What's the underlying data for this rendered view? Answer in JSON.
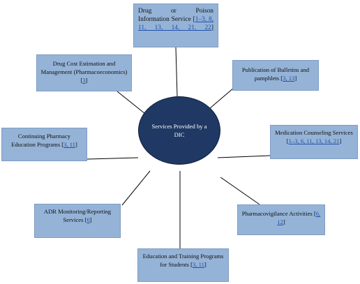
{
  "center": {
    "label": "Services Provided by a DIC"
  },
  "services": {
    "dpis": {
      "line1": "Drug or Poison",
      "line2": "Information Service [",
      "refs": "1–3, 8, 11, 13, 14, 21, 22",
      "close": "]"
    },
    "dcem": {
      "label": "Drug Cost Estimation and Management (Pharmacoeconomics) [",
      "refs": "3",
      "close": "]"
    },
    "pub": {
      "label": "Publication of Bulletins and pamphlets [",
      "refs": "3, 13",
      "close": "]"
    },
    "cpep": {
      "label": "Continuing Pharmacy Education Programs [",
      "refs": "3, 11",
      "close": "]"
    },
    "mcs": {
      "label": "Medication Counseling Services [",
      "refs": "1–3, 6, 11, 13, 14, 21",
      "close": "]"
    },
    "adr": {
      "label": "ADR Monitoring/Reporting Services [",
      "refs": "6",
      "close": "]"
    },
    "pv": {
      "label": "Pharmacovigilance Activities [",
      "refs": "6, 12",
      "close": "]"
    },
    "etp": {
      "label": "Education and Training Programs for Students [",
      "refs": "3, 11",
      "close": "]"
    }
  },
  "colors": {
    "box_fill": "#95b3d7",
    "center_fill": "#1f3864",
    "center_text": "#ffffff",
    "ref_link": "#1f4fa8",
    "connector": "#000000"
  }
}
